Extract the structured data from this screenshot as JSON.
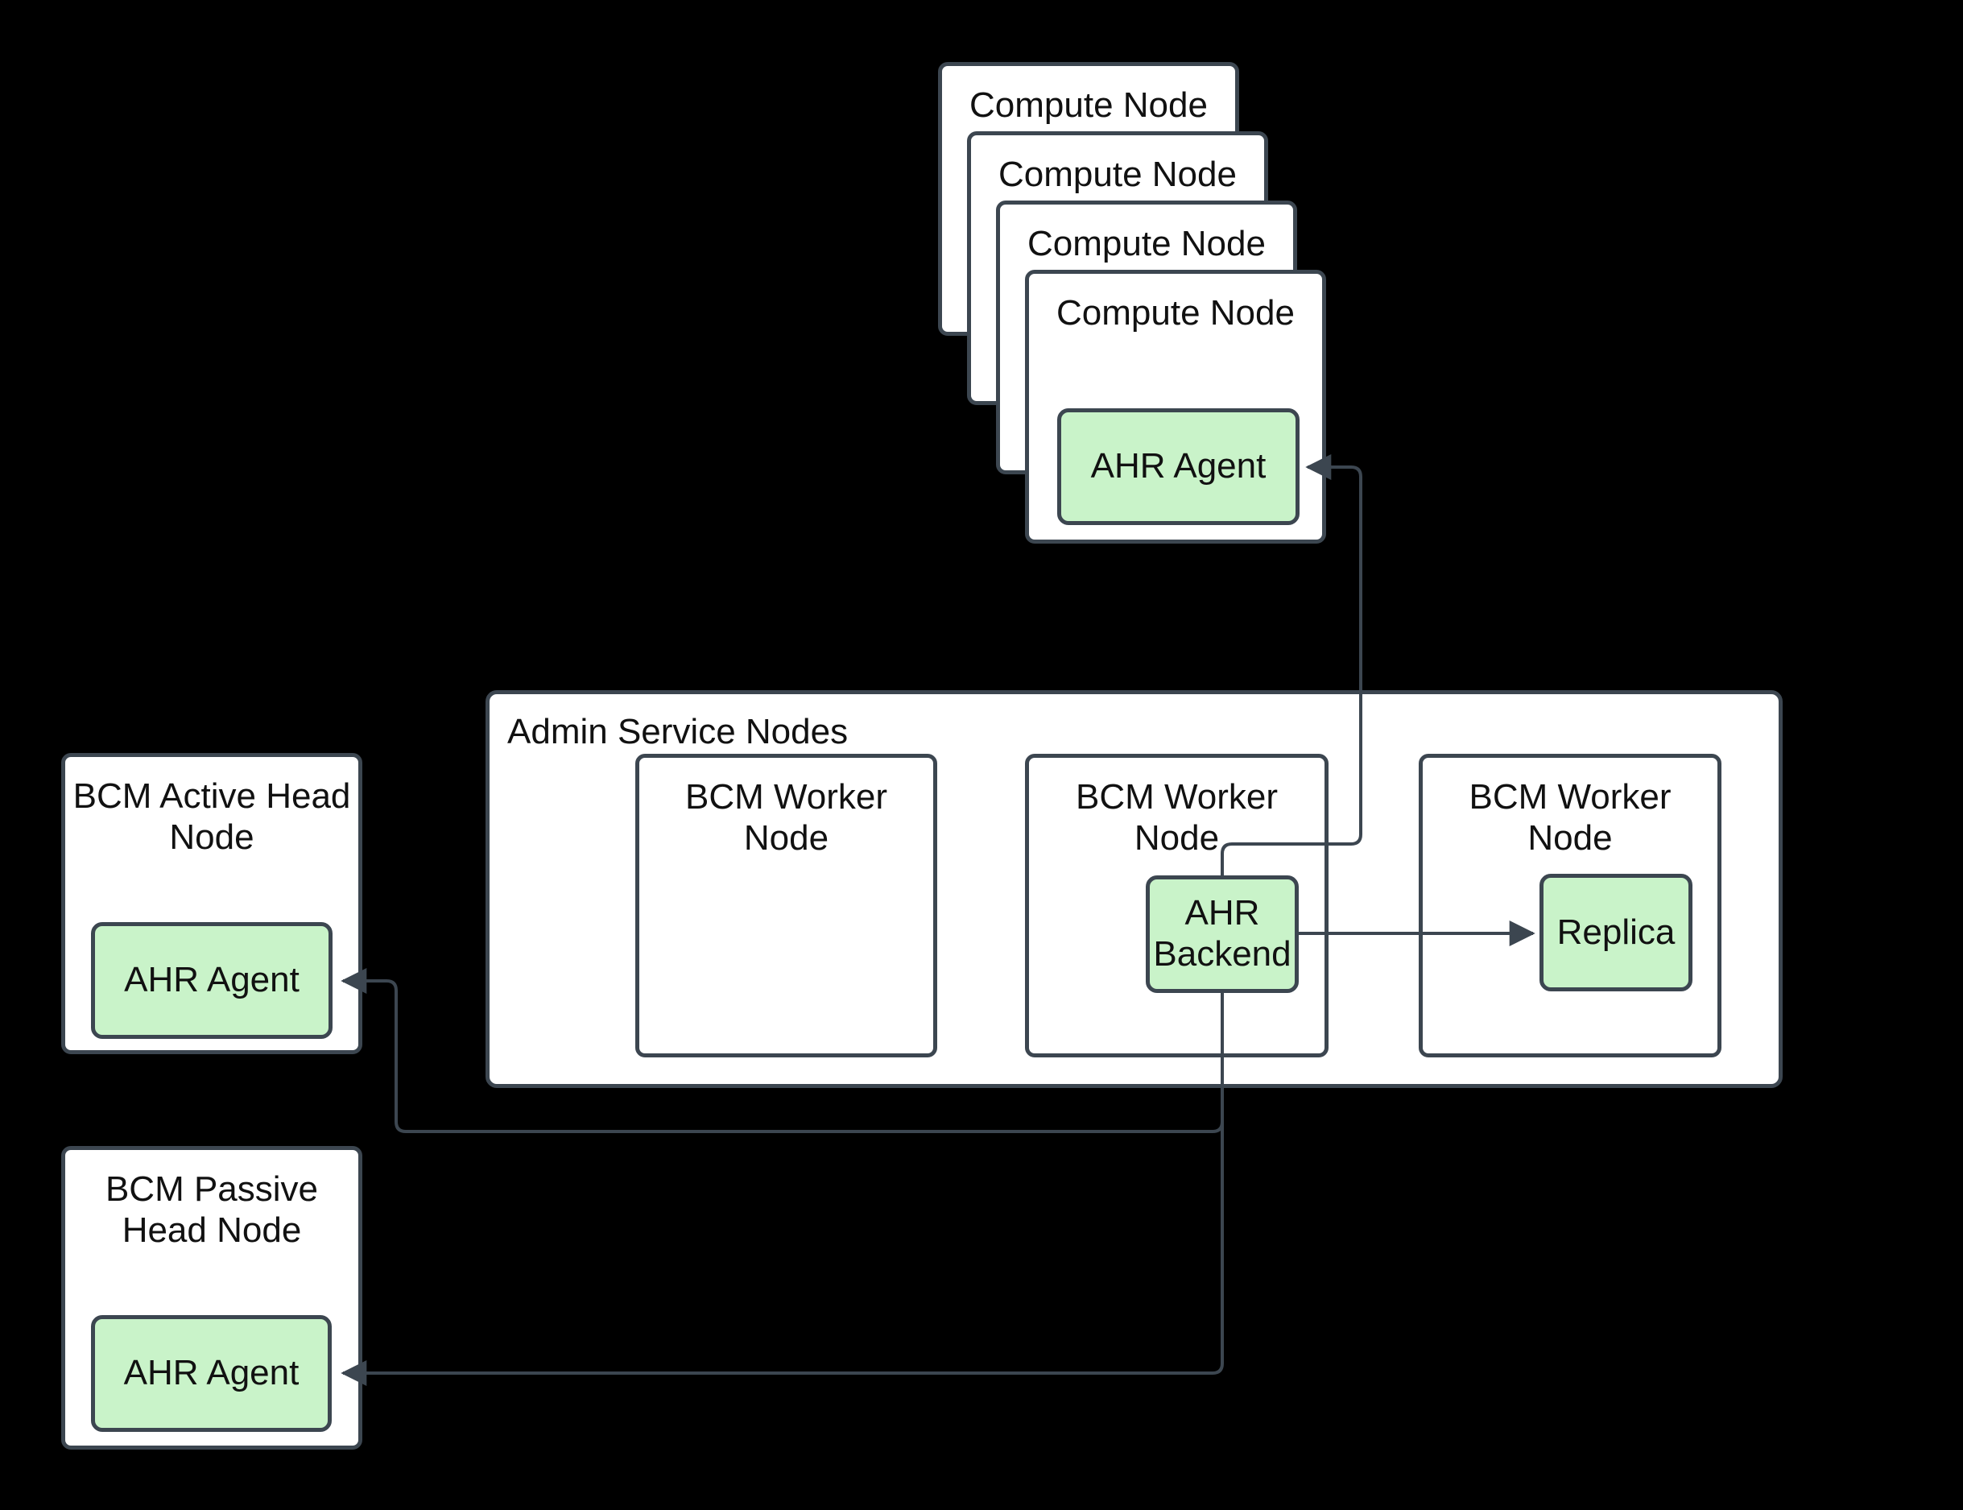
{
  "colors": {
    "bg": "#000000",
    "box_fill": "#ffffff",
    "box_border": "#3c4650",
    "green_fill": "#c9f3c9",
    "line": "#3c4650",
    "text": "#111111"
  },
  "compute_stack": {
    "nodes": [
      {
        "label": "Compute Node"
      },
      {
        "label": "Compute Node"
      },
      {
        "label": "Compute Node"
      },
      {
        "label": "Compute Node"
      }
    ],
    "agent_label": "AHR Agent"
  },
  "admin": {
    "title": "Admin Service Nodes",
    "workers": [
      {
        "title_lines": [
          "BCM Worker",
          "Node"
        ]
      },
      {
        "title_lines": [
          "BCM Worker",
          "Node"
        ],
        "backend_lines": [
          "AHR",
          "Backend"
        ]
      },
      {
        "title_lines": [
          "BCM Worker",
          "Node"
        ],
        "replica_label": "Replica"
      }
    ]
  },
  "active_head": {
    "title_lines": [
      "BCM Active Head",
      "Node"
    ],
    "agent_label": "AHR Agent"
  },
  "passive_head": {
    "title_lines": [
      "BCM Passive",
      "Head Node"
    ],
    "agent_label": "AHR Agent"
  }
}
